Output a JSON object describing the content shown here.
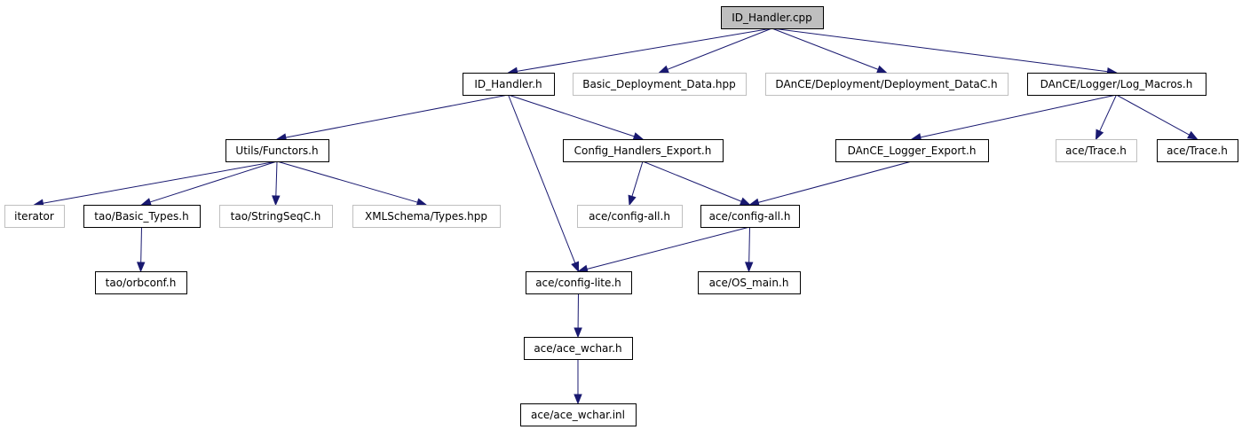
{
  "graph": {
    "edge_color": "#191970",
    "root_fill": "#bfbfbf",
    "external_border": "#bfbfbf",
    "nodes": [
      {
        "id": "id_handler_cpp",
        "label": "ID_Handler.cpp",
        "style": "root"
      },
      {
        "id": "id_handler_h",
        "label": "ID_Handler.h",
        "style": "normal"
      },
      {
        "id": "basic_deployment_data",
        "label": "Basic_Deployment_Data.hpp",
        "style": "external"
      },
      {
        "id": "deployment_datac",
        "label": "DAnCE/Deployment/Deployment_DataC.h",
        "style": "external"
      },
      {
        "id": "log_macros",
        "label": "DAnCE/Logger/Log_Macros.h",
        "style": "normal"
      },
      {
        "id": "utils_functors",
        "label": "Utils/Functors.h",
        "style": "normal"
      },
      {
        "id": "config_handlers_export",
        "label": "Config_Handlers_Export.h",
        "style": "normal"
      },
      {
        "id": "dance_logger_export",
        "label": "DAnCE_Logger_Export.h",
        "style": "normal"
      },
      {
        "id": "ace_trace_ext",
        "label": "ace/Trace.h",
        "style": "external"
      },
      {
        "id": "ace_trace",
        "label": "ace/Trace.h",
        "style": "normal"
      },
      {
        "id": "iterator",
        "label": "iterator",
        "style": "external"
      },
      {
        "id": "tao_basic_types",
        "label": "tao/Basic_Types.h",
        "style": "normal"
      },
      {
        "id": "tao_stringseqc",
        "label": "tao/StringSeqC.h",
        "style": "external"
      },
      {
        "id": "xmlschema_types",
        "label": "XMLSchema/Types.hpp",
        "style": "external"
      },
      {
        "id": "ace_config_all_ext",
        "label": "ace/config-all.h",
        "style": "external"
      },
      {
        "id": "ace_config_all",
        "label": "ace/config-all.h",
        "style": "normal"
      },
      {
        "id": "tao_orbconf",
        "label": "tao/orbconf.h",
        "style": "normal"
      },
      {
        "id": "ace_config_lite",
        "label": "ace/config-lite.h",
        "style": "normal"
      },
      {
        "id": "ace_os_main",
        "label": "ace/OS_main.h",
        "style": "normal"
      },
      {
        "id": "ace_wchar_h",
        "label": "ace/ace_wchar.h",
        "style": "normal"
      },
      {
        "id": "ace_wchar_inl",
        "label": "ace/ace_wchar.inl",
        "style": "normal"
      }
    ],
    "edges": [
      [
        "id_handler_cpp",
        "id_handler_h"
      ],
      [
        "id_handler_cpp",
        "basic_deployment_data"
      ],
      [
        "id_handler_cpp",
        "deployment_datac"
      ],
      [
        "id_handler_cpp",
        "log_macros"
      ],
      [
        "id_handler_h",
        "utils_functors"
      ],
      [
        "id_handler_h",
        "config_handlers_export"
      ],
      [
        "id_handler_h",
        "ace_config_lite"
      ],
      [
        "log_macros",
        "dance_logger_export"
      ],
      [
        "log_macros",
        "ace_trace_ext"
      ],
      [
        "log_macros",
        "ace_trace"
      ],
      [
        "utils_functors",
        "iterator"
      ],
      [
        "utils_functors",
        "tao_basic_types"
      ],
      [
        "utils_functors",
        "tao_stringseqc"
      ],
      [
        "utils_functors",
        "xmlschema_types"
      ],
      [
        "config_handlers_export",
        "ace_config_all_ext"
      ],
      [
        "config_handlers_export",
        "ace_config_all"
      ],
      [
        "dance_logger_export",
        "ace_config_all"
      ],
      [
        "tao_basic_types",
        "tao_orbconf"
      ],
      [
        "ace_config_all",
        "ace_config_lite"
      ],
      [
        "ace_config_all",
        "ace_os_main"
      ],
      [
        "ace_config_lite",
        "ace_wchar_h"
      ],
      [
        "ace_wchar_h",
        "ace_wchar_inl"
      ]
    ]
  }
}
